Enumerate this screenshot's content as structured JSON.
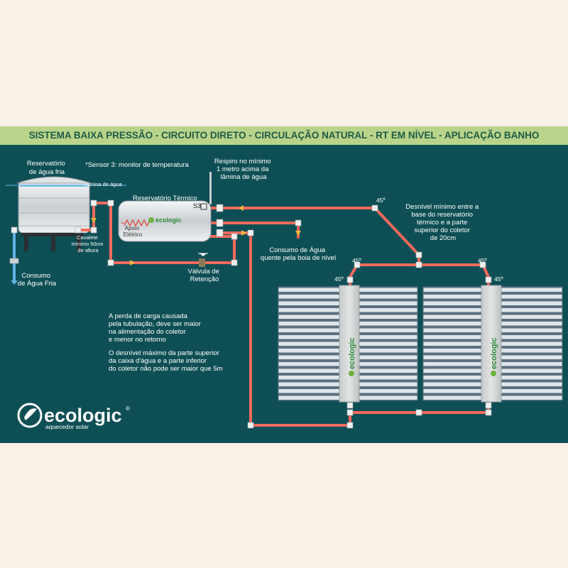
{
  "header": {
    "title": "SISTEMA BAIXA PRESSÃO - CIRCUITO DIRETO - CIRCULAÇÃO NATURAL - RT EM NÍVEL - APLICAÇÃO BANHO"
  },
  "labels": {
    "cold_tank": [
      "Reservatório",
      "de água fria"
    ],
    "sensor_note": "*Sensor 3: monitor de temperatura",
    "vent": [
      "Respiro no mínimo",
      "1 metro acima da",
      "lâmina de água"
    ],
    "water_level": "Lâmina de água",
    "thermal_tank": "Reservatório Térmico",
    "sensor_tag": "S3",
    "electric_support": [
      "Apoio",
      "Elétrico"
    ],
    "stand": [
      "Cavalete",
      "mínimo 50cm",
      "de altura"
    ],
    "cold_consumption": [
      "Consumo",
      "de Água Fria"
    ],
    "check_valve": [
      "Válvula de",
      "Retenção"
    ],
    "hot_consumption": [
      "Consumo de Água",
      "quente pela boia de nível"
    ],
    "level_difference": [
      "Desnível mínimo entre a",
      "base do reservatório",
      "térmico e a parte",
      "superior do coletor",
      "de 20cm"
    ],
    "angle": "45º",
    "pressure_note": [
      "A perda de carga causada",
      "pela tubulação, deve ser maior",
      "na alimentação do coletor",
      "e menor no retorno"
    ],
    "max_level_note": [
      "O desnível máximo da parte superior",
      "da caixa d'água e a parte inferior",
      "do coletor não pode ser maior que 5m"
    ]
  },
  "brand": {
    "name": "ecologic",
    "registered": "®",
    "tagline": "aquecedor solar"
  },
  "colors": {
    "header_bg": "#b9d48a",
    "header_text": "#1f5a47",
    "panel_bg": "#0e4f55",
    "page_bg": "#f8f1e6",
    "hot_pipe": "#f26a5c",
    "cold_pipe": "#62b5e3",
    "arrow": "#f5b640"
  }
}
